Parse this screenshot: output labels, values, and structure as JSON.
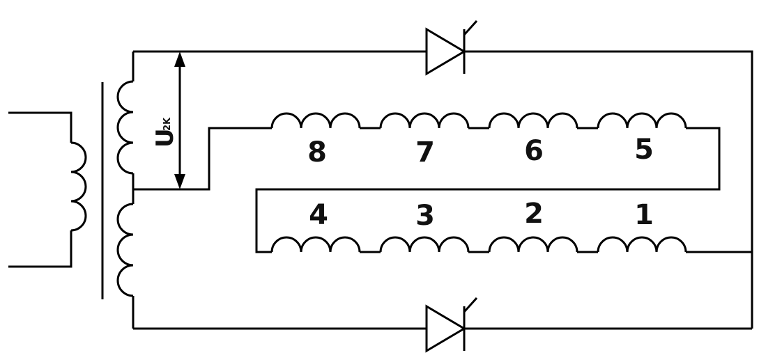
{
  "voltage_label": {
    "symbol": "U",
    "subscript": "2K"
  },
  "coil_numbers": {
    "top": [
      "8",
      "7",
      "6",
      "5"
    ],
    "bottom": [
      "4",
      "3",
      "2",
      "1"
    ]
  }
}
